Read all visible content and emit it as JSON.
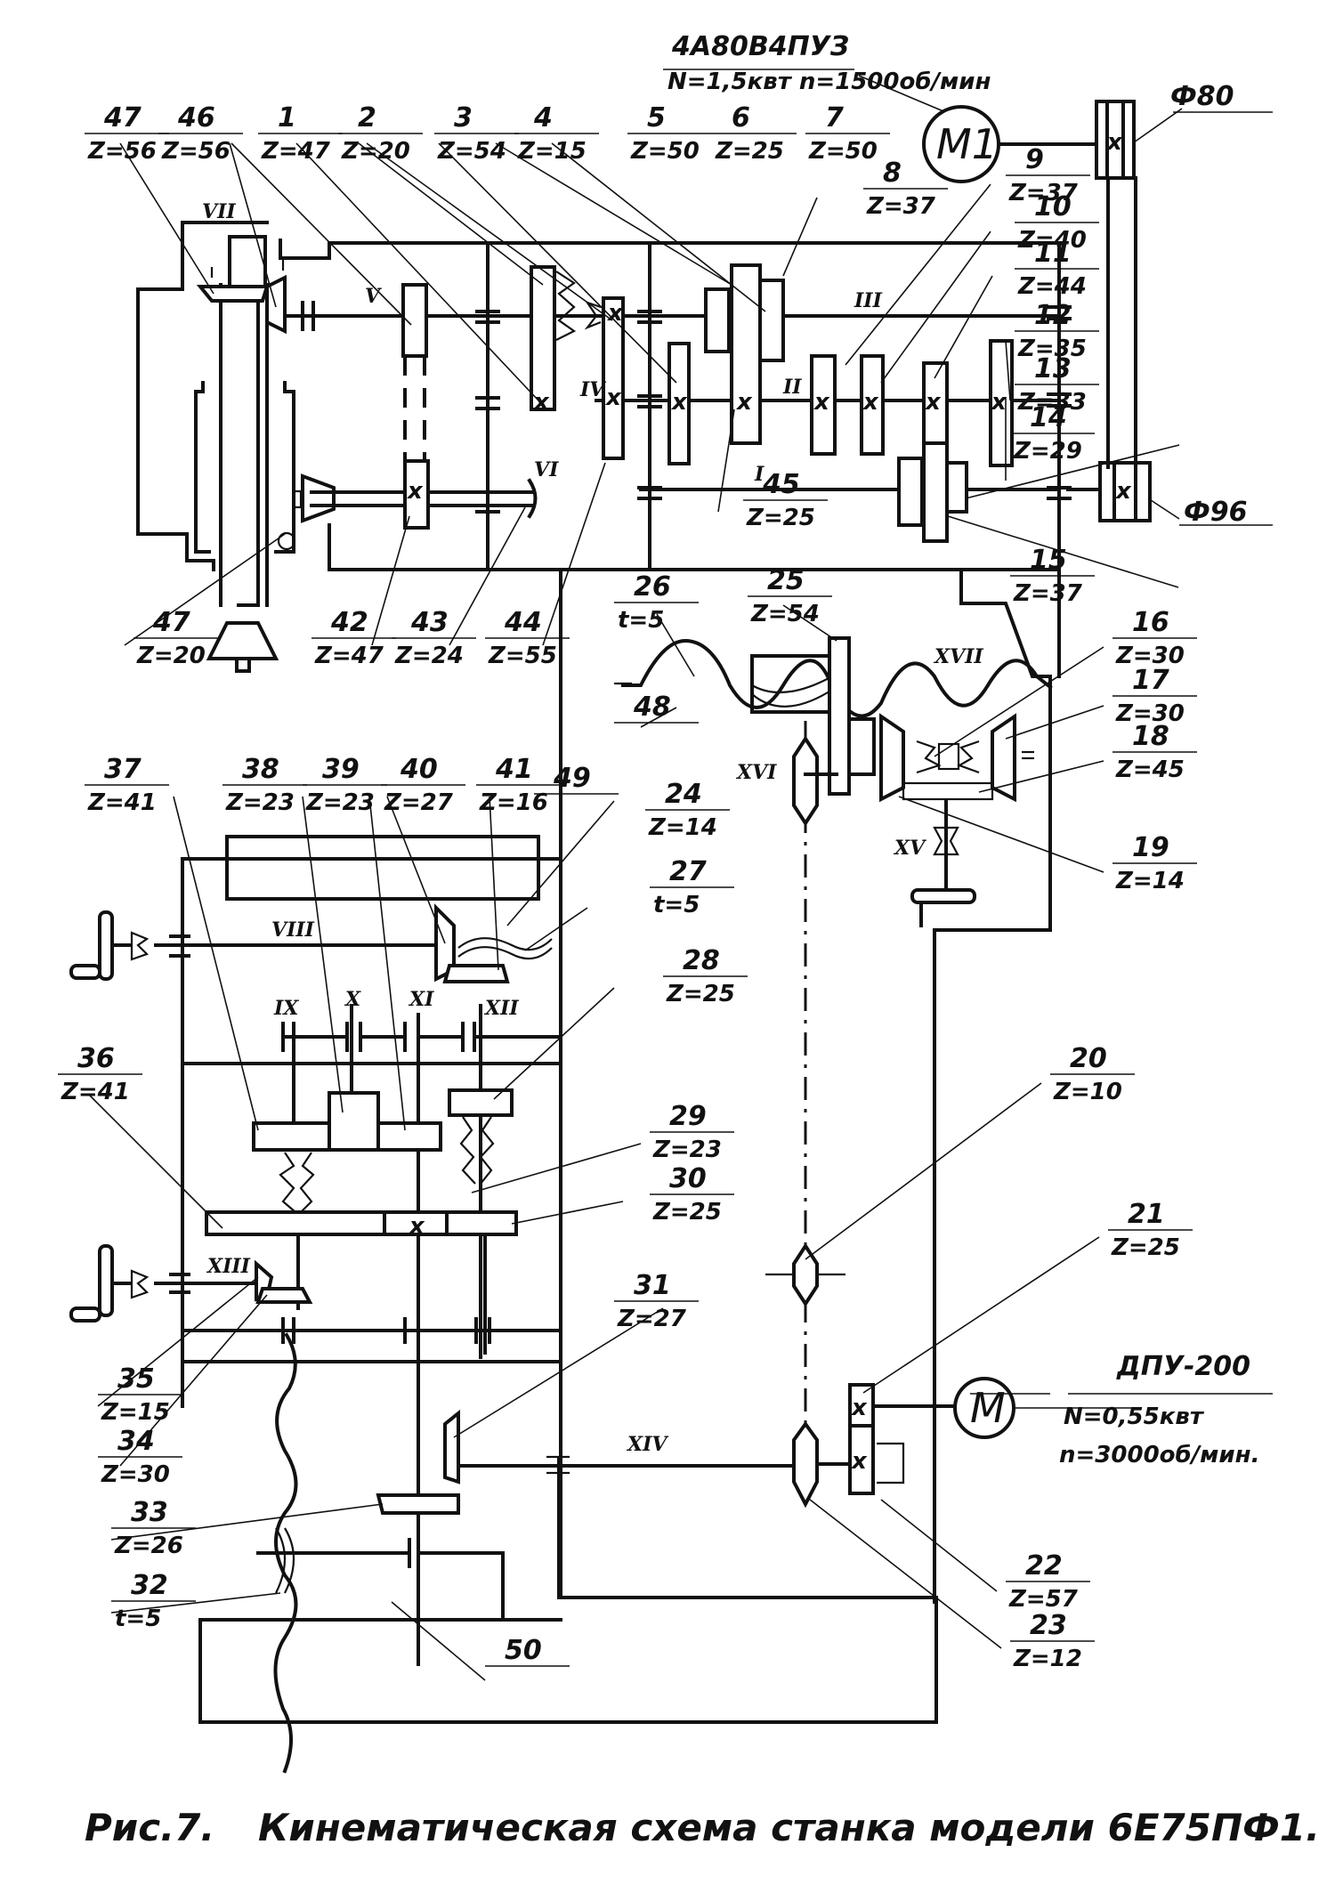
{
  "figure": {
    "caption_prefix": "Рис.7.",
    "caption_text": "Кинематическая схема станка модели 6Е75ПФ1."
  },
  "motors": {
    "main": {
      "symbol": "M1",
      "model": "4А80В4ПУЗ",
      "spec": "N=1,5квт  n=1500об/мин"
    },
    "feed": {
      "symbol": "M",
      "model": "ДПУ-200",
      "power": "N=0,55квт",
      "speed": "n=3000об/мин."
    }
  },
  "pulleys": {
    "top": "Ф80",
    "bottom": "Ф96"
  },
  "components": [
    {
      "id": "47",
      "spec": "Z=56"
    },
    {
      "id": "46",
      "spec": "Z=56"
    },
    {
      "id": "1",
      "spec": "Z=47"
    },
    {
      "id": "2",
      "spec": "Z=20"
    },
    {
      "id": "3",
      "spec": "Z=54"
    },
    {
      "id": "4",
      "spec": "Z=15"
    },
    {
      "id": "5",
      "spec": "Z=50"
    },
    {
      "id": "6",
      "spec": "Z=25"
    },
    {
      "id": "7",
      "spec": "Z=50"
    },
    {
      "id": "8",
      "spec": "Z=37"
    },
    {
      "id": "9",
      "spec": "Z=37"
    },
    {
      "id": "10",
      "spec": "Z=40"
    },
    {
      "id": "11",
      "spec": "Z=44"
    },
    {
      "id": "12",
      "spec": "Z=35"
    },
    {
      "id": "13",
      "spec": "Z=33"
    },
    {
      "id": "14",
      "spec": "Z=29"
    },
    {
      "id": "15",
      "spec": "Z=37"
    },
    {
      "id": "45",
      "spec": "Z=25"
    },
    {
      "id": "47",
      "spec": "Z=20"
    },
    {
      "id": "42",
      "spec": "Z=47"
    },
    {
      "id": "43",
      "spec": "Z=24"
    },
    {
      "id": "44",
      "spec": "Z=55"
    },
    {
      "id": "26",
      "spec": "t=5"
    },
    {
      "id": "25",
      "spec": "Z=54"
    },
    {
      "id": "48",
      "spec": ""
    },
    {
      "id": "16",
      "spec": "Z=30"
    },
    {
      "id": "17",
      "spec": "Z=30"
    },
    {
      "id": "18",
      "spec": "Z=45"
    },
    {
      "id": "19",
      "spec": "Z=14"
    },
    {
      "id": "37",
      "spec": "Z=41"
    },
    {
      "id": "38",
      "spec": "Z=23"
    },
    {
      "id": "39",
      "spec": "Z=23"
    },
    {
      "id": "40",
      "spec": "Z=27"
    },
    {
      "id": "41",
      "spec": "Z=16"
    },
    {
      "id": "49",
      "spec": ""
    },
    {
      "id": "24",
      "spec": "Z=14"
    },
    {
      "id": "27",
      "spec": "t=5"
    },
    {
      "id": "28",
      "spec": "Z=25"
    },
    {
      "id": "36",
      "spec": "Z=41"
    },
    {
      "id": "29",
      "spec": "Z=23"
    },
    {
      "id": "30",
      "spec": "Z=25"
    },
    {
      "id": "20",
      "spec": "Z=10"
    },
    {
      "id": "21",
      "spec": "Z=25"
    },
    {
      "id": "31",
      "spec": "Z=27"
    },
    {
      "id": "35",
      "spec": "Z=15"
    },
    {
      "id": "34",
      "spec": "Z=30"
    },
    {
      "id": "33",
      "spec": "Z=26"
    },
    {
      "id": "32",
      "spec": "t=5"
    },
    {
      "id": "50",
      "spec": ""
    },
    {
      "id": "22",
      "spec": "Z=57"
    },
    {
      "id": "23",
      "spec": "Z=12"
    }
  ],
  "shafts": {
    "I": "I",
    "II": "II",
    "III": "III",
    "IV": "IV",
    "V": "V",
    "VI": "VI",
    "VII": "VII",
    "VIII": "VIII",
    "IX": "IX",
    "X": "X",
    "XI": "XI",
    "XII": "XII",
    "XIII": "XIII",
    "XIV": "XIV",
    "XV": "XV",
    "XVI": "XVI",
    "XVII": "XVII"
  }
}
